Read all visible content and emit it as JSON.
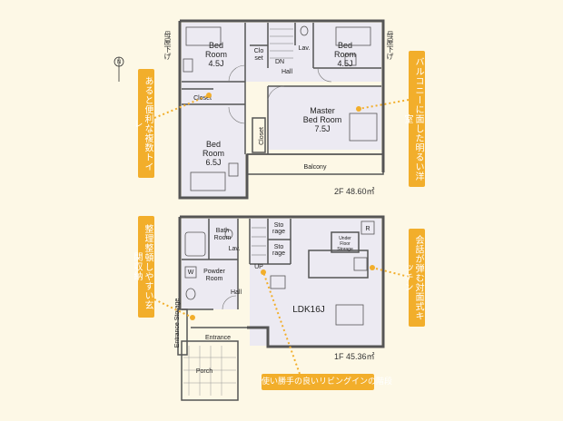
{
  "floor2": {
    "area": "2F 48.60㎡",
    "rooms": {
      "bed_left": [
        "Bed",
        "Room",
        "4.5J"
      ],
      "bed_right": [
        "Bed",
        "Room",
        "4.5J"
      ],
      "bed_lower": [
        "Bed",
        "Room",
        "6.5J"
      ],
      "master": [
        "Master",
        "Bed Room",
        "7.5J"
      ],
      "closet_top": [
        "Clo",
        "set"
      ],
      "closet_mid": "Closet",
      "closet_vertical": "Closet",
      "hall": "Hall",
      "lav": "Lav.",
      "dn": "DN",
      "balcony": "Balcony"
    },
    "eave_note": "母屋下げ"
  },
  "floor1": {
    "area": "1F 45.36㎡",
    "rooms": {
      "bath": [
        "Bath",
        "Room"
      ],
      "lav": "Lav.",
      "powder": [
        "Powder",
        "Room"
      ],
      "hall": "Hall",
      "storage1": [
        "Sto",
        "rage"
      ],
      "storage2": [
        "Sto",
        "rage"
      ],
      "underfloor": [
        "Under",
        "Floor",
        "Storage"
      ],
      "ldk": "LDK16J",
      "up": "UP",
      "entrance": "Entrance",
      "entrance_storage": "Entrance Storage",
      "porch": "Porch",
      "w": "W",
      "r": "R"
    }
  },
  "callouts": {
    "toilets": "あると便利な複数トイレ",
    "balcony_room": "バルコニーに面した明るい洋室",
    "entrance_storage": "整理整頓しやすい玄関収納",
    "kitchen": "会話が弾む対面式キッチン",
    "stairs": "使い勝手の良いリビングインの階段"
  },
  "compass": "N",
  "colors": {
    "accent": "#f2ae2b",
    "wall": "#555555",
    "floor_tint": "#eceaf2",
    "background": "#fdf8e6"
  }
}
